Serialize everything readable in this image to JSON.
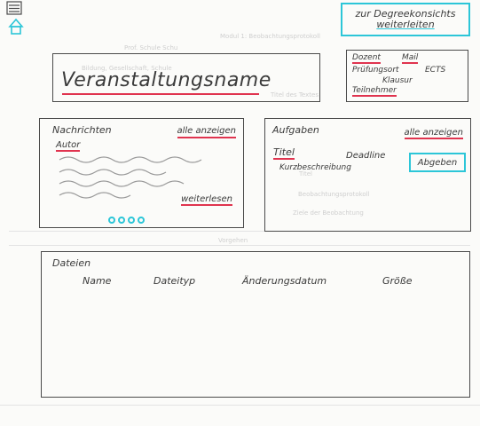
{
  "header": {
    "menu_icon": "hamburger-menu-icon",
    "home_icon": "home-icon",
    "cta_line1": "zur Degreekonsichts",
    "cta_line2": "weiterleiten"
  },
  "course": {
    "name": "Veranstaltungsname",
    "info": {
      "dozent": "Dozent",
      "mail": "Mail",
      "pruefungsort": "Prüfungsort",
      "ects": "ECTS",
      "klausur": "Klausur",
      "teilnehmer": "Teilnehmer"
    }
  },
  "news": {
    "title": "Nachrichten",
    "show_all": "alle anzeigen",
    "author": "Autor",
    "read_more": "weiterlesen"
  },
  "tasks": {
    "title": "Aufgaben",
    "show_all": "alle anzeigen",
    "col_title": "Titel",
    "col_deadline": "Deadline",
    "description": "Kurzbeschreibung",
    "submit": "Abgeben"
  },
  "files": {
    "title": "Dateien",
    "columns": [
      "Name",
      "Dateityp",
      "Änderungsdatum",
      "Größe"
    ]
  },
  "colors": {
    "accent_red": "#e0344f",
    "accent_cyan": "#2cc6d8",
    "pencil": "#4a4a4a"
  }
}
